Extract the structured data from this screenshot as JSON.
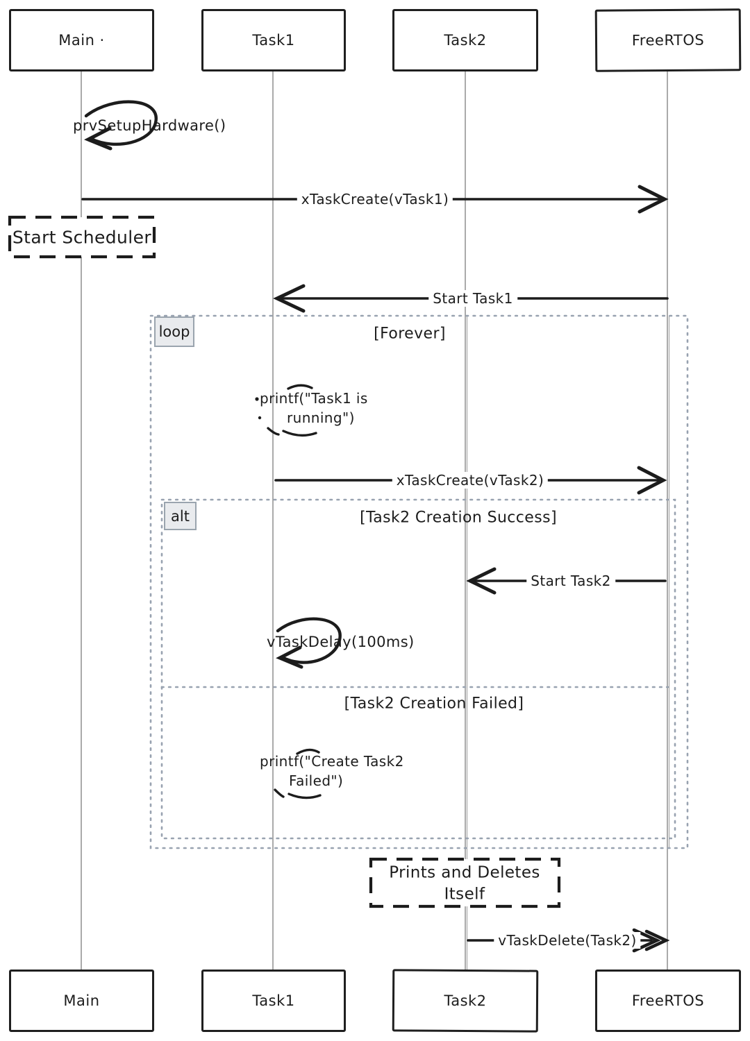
{
  "diagram_title": "FreeRTOS task creation sequence diagram",
  "participants": [
    {
      "id": "main",
      "top_label": "Main ·",
      "bottom_label": "Main"
    },
    {
      "id": "task1",
      "top_label": "Task1",
      "bottom_label": "Task1"
    },
    {
      "id": "task2",
      "top_label": "Task2",
      "bottom_label": "Task2"
    },
    {
      "id": "freertos",
      "top_label": "FreeRTOS",
      "bottom_label": "FreeRTOS"
    }
  ],
  "messages": {
    "setup_hardware": "prvSetupHardware()",
    "create_task1": "xTaskCreate(vTask1)",
    "start_task1": "Start Task1",
    "printf_task1_l1": "printf(\"Task1 is",
    "printf_task1_l2": "running\")",
    "create_task2": "xTaskCreate(vTask2)",
    "start_task2": "Start Task2",
    "task_delay": "vTaskDelay(100ms)",
    "printf_fail_l1": "printf(\"Create Task2",
    "printf_fail_l2": "Failed\")",
    "task_delete": "vTaskDelete(Task2)"
  },
  "notes": {
    "start_scheduler": "Start Scheduler",
    "prints_deletes_l1": "Prints and Deletes",
    "prints_deletes_l2": "Itself"
  },
  "frames": {
    "loop_label": "loop",
    "loop_condition": "[Forever]",
    "alt_label": "alt",
    "alt_success_condition": "[Task2 Creation Success]",
    "alt_failed_condition": "[Task2 Creation Failed]"
  },
  "colors": {
    "ink": "#1c1c1c",
    "lifeline": "#9b9b9b",
    "frame_border": "#98a2b0",
    "frame_label_bg": "#e9ebee",
    "frame_label_border": "#9aa4ae",
    "background": "#ffffff"
  }
}
